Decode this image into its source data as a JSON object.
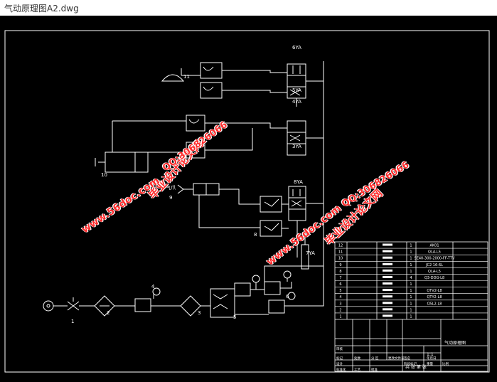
{
  "window": {
    "title": "气动原理图A2.dwg"
  },
  "colors": {
    "background": "#000000",
    "lines": "#ffffff",
    "watermark": "#ff2b2b"
  },
  "solenoids": {
    "s6": "6YA",
    "s5": "5YA",
    "s4": "4YA",
    "s3": "3YA",
    "s8": "8YA",
    "s7": "7YA"
  },
  "components": {
    "n1": "1",
    "n2": "2",
    "n3": "3",
    "n4": "4",
    "n5": "5",
    "n6": "6",
    "n8": "8",
    "n9": "9",
    "n10": "10",
    "n11": "11",
    "air_label": "气爪"
  },
  "watermarks": [
    "毕业设计论文网",
    "www.56doc.com",
    "QQ:306826066",
    "毕业设计论文网",
    "www.56doc.com",
    "QQ:306826066"
  ],
  "bom": {
    "rows": [
      {
        "no": "12",
        "qty": "1",
        "name": "AK01"
      },
      {
        "no": "11",
        "qty": "1",
        "name": "QLA-L5"
      },
      {
        "no": "10",
        "qty": "1",
        "name": "SE40-300-2000-FF-TTV"
      },
      {
        "no": "9",
        "qty": "1",
        "name": "JC2 16-6L"
      },
      {
        "no": "8",
        "qty": "1",
        "name": "QLA-L5"
      },
      {
        "no": "7",
        "qty": "4",
        "name": "Q3-DDG-L8"
      },
      {
        "no": "6",
        "qty": "1",
        "name": ""
      },
      {
        "no": "5",
        "qty": "1",
        "name": "QTV2-L8"
      },
      {
        "no": "4",
        "qty": "1",
        "name": "QTY2-L8"
      },
      {
        "no": "3",
        "qty": "1",
        "name": "QSL2-L8"
      },
      {
        "no": "2",
        "qty": "1",
        "name": ""
      },
      {
        "no": "1",
        "qty": "1",
        "name": ""
      }
    ],
    "title_block": {
      "drawing_name": "气动原理图",
      "scale": "1:1",
      "sheet": "共 张  第 张",
      "labels": [
        "标记",
        "处数",
        "分 区",
        "更改文件号",
        "签名",
        "年月日",
        "设计",
        "标准化",
        "阶段标记",
        "重量",
        "比例",
        "审核",
        "工艺",
        "批准"
      ]
    }
  }
}
